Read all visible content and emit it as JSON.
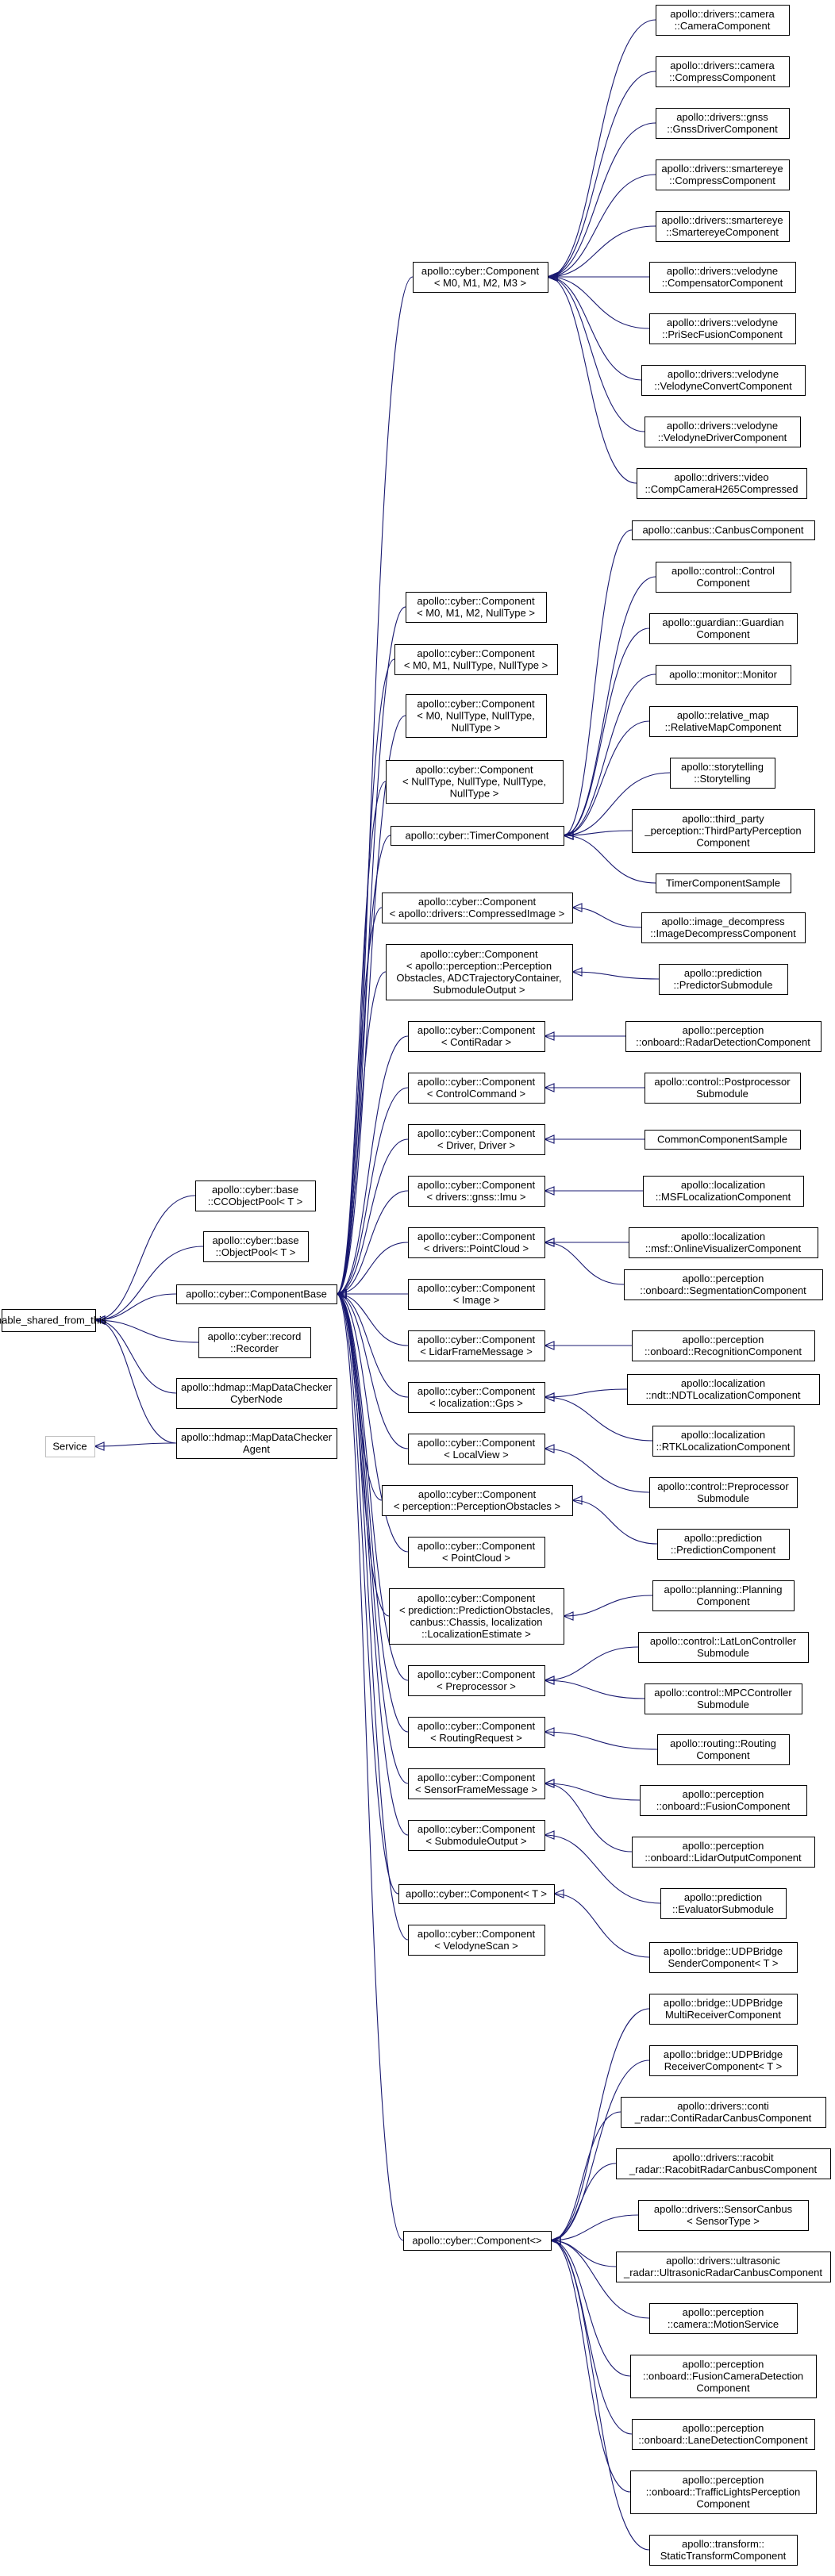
{
  "nodes": [
    {
      "id": "enable_shared",
      "lines": [
        "enable_shared_from_this"
      ]
    },
    {
      "id": "service",
      "lines": [
        "Service"
      ],
      "style": "gray"
    },
    {
      "id": "ccobjectpool",
      "lines": [
        "apollo::cyber::base",
        "::CCObjectPool< T >"
      ]
    },
    {
      "id": "objectpool",
      "lines": [
        "apollo::cyber::base",
        "::ObjectPool< T >"
      ]
    },
    {
      "id": "componentbase",
      "lines": [
        "apollo::cyber::ComponentBase"
      ]
    },
    {
      "id": "recorder",
      "lines": [
        "apollo::cyber::record",
        "::Recorder"
      ]
    },
    {
      "id": "mdc_cybernode",
      "lines": [
        "apollo::hdmap::MapDataChecker",
        "CyberNode"
      ]
    },
    {
      "id": "mdc_agent",
      "lines": [
        "apollo::hdmap::MapDataChecker",
        "Agent"
      ]
    },
    {
      "id": "comp_m0m1m2m3",
      "lines": [
        "apollo::cyber::Component",
        "< M0, M1, M2, M3 >"
      ]
    },
    {
      "id": "comp_m0m1m2_null",
      "lines": [
        "apollo::cyber::Component",
        "< M0, M1, M2, NullType >"
      ]
    },
    {
      "id": "comp_m0m1_null_null",
      "lines": [
        "apollo::cyber::Component",
        "< M0, M1, NullType, NullType >"
      ]
    },
    {
      "id": "comp_m0_null3",
      "lines": [
        "apollo::cyber::Component",
        "< M0, NullType, NullType,",
        "NullType >"
      ]
    },
    {
      "id": "comp_null4",
      "lines": [
        "apollo::cyber::Component",
        "< NullType, NullType, NullType,",
        "NullType >"
      ]
    },
    {
      "id": "timercomponent",
      "lines": [
        "apollo::cyber::TimerComponent"
      ]
    },
    {
      "id": "comp_compressedimage",
      "lines": [
        "apollo::cyber::Component",
        "< apollo::drivers::CompressedImage >"
      ]
    },
    {
      "id": "comp_perception_submodule",
      "lines": [
        "apollo::cyber::Component",
        "< apollo::perception::Perception",
        "Obstacles, ADCTrajectoryContainer,",
        "SubmoduleOutput >"
      ]
    },
    {
      "id": "comp_contiradar",
      "lines": [
        "apollo::cyber::Component",
        "< ContiRadar >"
      ]
    },
    {
      "id": "comp_controlcommand",
      "lines": [
        "apollo::cyber::Component",
        "< ControlCommand >"
      ]
    },
    {
      "id": "comp_driver",
      "lines": [
        "apollo::cyber::Component",
        "< Driver, Driver >"
      ]
    },
    {
      "id": "comp_imu",
      "lines": [
        "apollo::cyber::Component",
        "< drivers::gnss::Imu >"
      ]
    },
    {
      "id": "comp_pointcloud_drivers",
      "lines": [
        "apollo::cyber::Component",
        "< drivers::PointCloud >"
      ]
    },
    {
      "id": "comp_image",
      "lines": [
        "apollo::cyber::Component",
        "< Image >"
      ]
    },
    {
      "id": "comp_lidarframe",
      "lines": [
        "apollo::cyber::Component",
        "< LidarFrameMessage >"
      ]
    },
    {
      "id": "comp_gps",
      "lines": [
        "apollo::cyber::Component",
        "< localization::Gps >"
      ]
    },
    {
      "id": "comp_localview",
      "lines": [
        "apollo::cyber::Component",
        "< LocalView >"
      ]
    },
    {
      "id": "comp_perceptionobstacles",
      "lines": [
        "apollo::cyber::Component",
        "< perception::PerceptionObstacles >"
      ]
    },
    {
      "id": "comp_pointcloud",
      "lines": [
        "apollo::cyber::Component",
        "< PointCloud >"
      ]
    },
    {
      "id": "comp_prediction_chassis",
      "lines": [
        "apollo::cyber::Component",
        "< prediction::PredictionObstacles,",
        "canbus::Chassis, localization",
        "::LocalizationEstimate >"
      ]
    },
    {
      "id": "comp_preprocessor",
      "lines": [
        "apollo::cyber::Component",
        "< Preprocessor >"
      ]
    },
    {
      "id": "comp_routingrequest",
      "lines": [
        "apollo::cyber::Component",
        "< RoutingRequest >"
      ]
    },
    {
      "id": "comp_sensorframe",
      "lines": [
        "apollo::cyber::Component",
        "< SensorFrameMessage >"
      ]
    },
    {
      "id": "comp_submoduleoutput",
      "lines": [
        "apollo::cyber::Component",
        "< SubmoduleOutput >"
      ]
    },
    {
      "id": "comp_t",
      "lines": [
        "apollo::cyber::Component< T >"
      ]
    },
    {
      "id": "comp_velodynescan",
      "lines": [
        "apollo::cyber::Component",
        "< VelodyneScan >"
      ]
    },
    {
      "id": "comp_empty",
      "lines": [
        "apollo::cyber::Component<>"
      ]
    },
    {
      "id": "cameracomponent",
      "lines": [
        "apollo::drivers::camera",
        "::CameraComponent"
      ]
    },
    {
      "id": "compresscomponent",
      "lines": [
        "apollo::drivers::camera",
        "::CompressComponent"
      ]
    },
    {
      "id": "gnssdriver",
      "lines": [
        "apollo::drivers::gnss",
        "::GnssDriverComponent"
      ]
    },
    {
      "id": "smarteye_compress",
      "lines": [
        "apollo::drivers::smartereye",
        "::CompressComponent"
      ]
    },
    {
      "id": "smarteye_comp",
      "lines": [
        "apollo::drivers::smartereye",
        "::SmartereyeComponent"
      ]
    },
    {
      "id": "velo_compensator",
      "lines": [
        "apollo::drivers::velodyne",
        "::CompensatorComponent"
      ]
    },
    {
      "id": "velo_prisec",
      "lines": [
        "apollo::drivers::velodyne",
        "::PriSecFusionComponent"
      ]
    },
    {
      "id": "velo_convert",
      "lines": [
        "apollo::drivers::velodyne",
        "::VelodyneConvertComponent"
      ]
    },
    {
      "id": "velo_driver",
      "lines": [
        "apollo::drivers::velodyne",
        "::VelodyneDriverComponent"
      ]
    },
    {
      "id": "video_h265",
      "lines": [
        "apollo::drivers::video",
        "::CompCameraH265Compressed"
      ]
    },
    {
      "id": "canbus",
      "lines": [
        "apollo::canbus::CanbusComponent"
      ]
    },
    {
      "id": "control_comp",
      "lines": [
        "apollo::control::Control",
        "Component"
      ]
    },
    {
      "id": "guardian",
      "lines": [
        "apollo::guardian::Guardian",
        "Component"
      ]
    },
    {
      "id": "monitor",
      "lines": [
        "apollo::monitor::Monitor"
      ]
    },
    {
      "id": "relative_map",
      "lines": [
        "apollo::relative_map",
        "::RelativeMapComponent"
      ]
    },
    {
      "id": "storytelling",
      "lines": [
        "apollo::storytelling",
        "::Storytelling"
      ]
    },
    {
      "id": "thirdparty",
      "lines": [
        "apollo::third_party",
        "_perception::ThirdPartyPerception",
        "Component"
      ]
    },
    {
      "id": "timersample",
      "lines": [
        "TimerComponentSample"
      ]
    },
    {
      "id": "image_decompress",
      "lines": [
        "apollo::image_decompress",
        "::ImageDecompressComponent"
      ]
    },
    {
      "id": "predictor_submodule",
      "lines": [
        "apollo::prediction",
        "::PredictorSubmodule"
      ]
    },
    {
      "id": "radar_detection",
      "lines": [
        "apollo::perception",
        "::onboard::RadarDetectionComponent"
      ]
    },
    {
      "id": "postprocessor",
      "lines": [
        "apollo::control::Postprocessor",
        "Submodule"
      ]
    },
    {
      "id": "common_sample",
      "lines": [
        "CommonComponentSample"
      ]
    },
    {
      "id": "msf_localization",
      "lines": [
        "apollo::localization",
        "::MSFLocalizationComponent"
      ]
    },
    {
      "id": "online_visualizer",
      "lines": [
        "apollo::localization",
        "::msf::OnlineVisualizerComponent"
      ]
    },
    {
      "id": "segmentation",
      "lines": [
        "apollo::perception",
        "::onboard::SegmentationComponent"
      ]
    },
    {
      "id": "recognition",
      "lines": [
        "apollo::perception",
        "::onboard::RecognitionComponent"
      ]
    },
    {
      "id": "ndt_localization",
      "lines": [
        "apollo::localization",
        "::ndt::NDTLocalizationComponent"
      ]
    },
    {
      "id": "rtk_localization",
      "lines": [
        "apollo::localization",
        "::RTKLocalizationComponent"
      ]
    },
    {
      "id": "preprocessor_sub",
      "lines": [
        "apollo::control::Preprocessor",
        "Submodule"
      ]
    },
    {
      "id": "prediction_comp",
      "lines": [
        "apollo::prediction",
        "::PredictionComponent"
      ]
    },
    {
      "id": "planning_comp",
      "lines": [
        "apollo::planning::Planning",
        "Component"
      ]
    },
    {
      "id": "latlon",
      "lines": [
        "apollo::control::LatLonController",
        "Submodule"
      ]
    },
    {
      "id": "mpc",
      "lines": [
        "apollo::control::MPCController",
        "Submodule"
      ]
    },
    {
      "id": "routing_comp",
      "lines": [
        "apollo::routing::Routing",
        "Component"
      ]
    },
    {
      "id": "fusion_comp",
      "lines": [
        "apollo::perception",
        "::onboard::FusionComponent"
      ]
    },
    {
      "id": "lidar_output",
      "lines": [
        "apollo::perception",
        "::onboard::LidarOutputComponent"
      ]
    },
    {
      "id": "evaluator_sub",
      "lines": [
        "apollo::prediction",
        "::EvaluatorSubmodule"
      ]
    },
    {
      "id": "udp_sender",
      "lines": [
        "apollo::bridge::UDPBridge",
        "SenderComponent< T >"
      ]
    },
    {
      "id": "udp_multi",
      "lines": [
        "apollo::bridge::UDPBridge",
        "MultiReceiverComponent"
      ]
    },
    {
      "id": "udp_receiver",
      "lines": [
        "apollo::bridge::UDPBridge",
        "ReceiverComponent< T >"
      ]
    },
    {
      "id": "conti_canbus",
      "lines": [
        "apollo::drivers::conti",
        "_radar::ContiRadarCanbusComponent"
      ]
    },
    {
      "id": "racobit_canbus",
      "lines": [
        "apollo::drivers::racobit",
        "_radar::RacobitRadarCanbusComponent"
      ]
    },
    {
      "id": "sensor_canbus",
      "lines": [
        "apollo::drivers::SensorCanbus",
        "< SensorType >"
      ]
    },
    {
      "id": "ultrasonic_canbus",
      "lines": [
        "apollo::drivers::ultrasonic",
        "_radar::UltrasonicRadarCanbusComponent"
      ]
    },
    {
      "id": "motion_service",
      "lines": [
        "apollo::perception",
        "::camera::MotionService"
      ]
    },
    {
      "id": "fusion_camera",
      "lines": [
        "apollo::perception",
        "::onboard::FusionCameraDetection",
        "Component"
      ]
    },
    {
      "id": "lane_detection",
      "lines": [
        "apollo::perception",
        "::onboard::LaneDetectionComponent"
      ]
    },
    {
      "id": "traffic_lights",
      "lines": [
        "apollo::perception",
        "::onboard::TrafficLightsPerception",
        "Component"
      ]
    },
    {
      "id": "static_transform",
      "lines": [
        "apollo::transform::",
        "StaticTransformComponent"
      ]
    }
  ],
  "edges": [
    [
      "ccobjectpool",
      "enable_shared"
    ],
    [
      "objectpool",
      "enable_shared"
    ],
    [
      "componentbase",
      "enable_shared"
    ],
    [
      "recorder",
      "enable_shared"
    ],
    [
      "mdc_cybernode",
      "enable_shared"
    ],
    [
      "mdc_agent",
      "enable_shared"
    ],
    [
      "mdc_agent",
      "service"
    ],
    [
      "comp_m0m1m2m3",
      "componentbase"
    ],
    [
      "comp_m0m1m2_null",
      "componentbase"
    ],
    [
      "comp_m0m1_null_null",
      "componentbase"
    ],
    [
      "comp_m0_null3",
      "componentbase"
    ],
    [
      "comp_null4",
      "componentbase"
    ],
    [
      "timercomponent",
      "componentbase"
    ],
    [
      "comp_compressedimage",
      "componentbase"
    ],
    [
      "comp_perception_submodule",
      "componentbase"
    ],
    [
      "comp_contiradar",
      "componentbase"
    ],
    [
      "comp_controlcommand",
      "componentbase"
    ],
    [
      "comp_driver",
      "componentbase"
    ],
    [
      "comp_imu",
      "componentbase"
    ],
    [
      "comp_pointcloud_drivers",
      "componentbase"
    ],
    [
      "comp_image",
      "componentbase"
    ],
    [
      "comp_lidarframe",
      "componentbase"
    ],
    [
      "comp_gps",
      "componentbase"
    ],
    [
      "comp_localview",
      "componentbase"
    ],
    [
      "comp_perceptionobstacles",
      "componentbase"
    ],
    [
      "comp_pointcloud",
      "componentbase"
    ],
    [
      "comp_prediction_chassis",
      "componentbase"
    ],
    [
      "comp_preprocessor",
      "componentbase"
    ],
    [
      "comp_routingrequest",
      "componentbase"
    ],
    [
      "comp_sensorframe",
      "componentbase"
    ],
    [
      "comp_submoduleoutput",
      "componentbase"
    ],
    [
      "comp_t",
      "componentbase"
    ],
    [
      "comp_velodynescan",
      "componentbase"
    ],
    [
      "comp_empty",
      "componentbase"
    ],
    [
      "cameracomponent",
      "comp_m0m1m2m3"
    ],
    [
      "compresscomponent",
      "comp_m0m1m2m3"
    ],
    [
      "gnssdriver",
      "comp_m0m1m2m3"
    ],
    [
      "smarteye_compress",
      "comp_m0m1m2m3"
    ],
    [
      "smarteye_comp",
      "comp_m0m1m2m3"
    ],
    [
      "velo_compensator",
      "comp_m0m1m2m3"
    ],
    [
      "velo_prisec",
      "comp_m0m1m2m3"
    ],
    [
      "velo_convert",
      "comp_m0m1m2m3"
    ],
    [
      "velo_driver",
      "comp_m0m1m2m3"
    ],
    [
      "video_h265",
      "comp_m0m1m2m3"
    ],
    [
      "canbus",
      "timercomponent"
    ],
    [
      "control_comp",
      "timercomponent"
    ],
    [
      "guardian",
      "timercomponent"
    ],
    [
      "monitor",
      "timercomponent"
    ],
    [
      "relative_map",
      "timercomponent"
    ],
    [
      "storytelling",
      "timercomponent"
    ],
    [
      "thirdparty",
      "timercomponent"
    ],
    [
      "timersample",
      "timercomponent"
    ],
    [
      "image_decompress",
      "comp_compressedimage"
    ],
    [
      "predictor_submodule",
      "comp_perception_submodule"
    ],
    [
      "radar_detection",
      "comp_contiradar"
    ],
    [
      "postprocessor",
      "comp_controlcommand"
    ],
    [
      "common_sample",
      "comp_driver"
    ],
    [
      "msf_localization",
      "comp_imu"
    ],
    [
      "online_visualizer",
      "comp_pointcloud_drivers"
    ],
    [
      "segmentation",
      "comp_pointcloud_drivers"
    ],
    [
      "recognition",
      "comp_lidarframe"
    ],
    [
      "ndt_localization",
      "comp_gps"
    ],
    [
      "rtk_localization",
      "comp_gps"
    ],
    [
      "preprocessor_sub",
      "comp_localview"
    ],
    [
      "prediction_comp",
      "comp_perceptionobstacles"
    ],
    [
      "planning_comp",
      "comp_prediction_chassis"
    ],
    [
      "latlon",
      "comp_preprocessor"
    ],
    [
      "mpc",
      "comp_preprocessor"
    ],
    [
      "routing_comp",
      "comp_routingrequest"
    ],
    [
      "fusion_comp",
      "comp_sensorframe"
    ],
    [
      "lidar_output",
      "comp_sensorframe"
    ],
    [
      "evaluator_sub",
      "comp_submoduleoutput"
    ],
    [
      "udp_sender",
      "comp_t"
    ],
    [
      "udp_multi",
      "comp_empty"
    ],
    [
      "udp_receiver",
      "comp_empty"
    ],
    [
      "conti_canbus",
      "comp_empty"
    ],
    [
      "racobit_canbus",
      "comp_empty"
    ],
    [
      "sensor_canbus",
      "comp_empty"
    ],
    [
      "ultrasonic_canbus",
      "comp_empty"
    ],
    [
      "motion_service",
      "comp_empty"
    ],
    [
      "fusion_camera",
      "comp_empty"
    ],
    [
      "lane_detection",
      "comp_empty"
    ],
    [
      "traffic_lights",
      "comp_empty"
    ],
    [
      "static_transform",
      "comp_empty"
    ]
  ],
  "colors": {
    "edge": "#191970",
    "border": "#000000",
    "gray_border": "#bfbfbf",
    "fill": "#ffffff"
  }
}
